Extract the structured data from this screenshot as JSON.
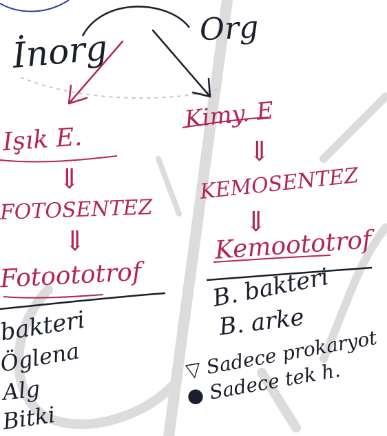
{
  "colors": {
    "black_ink": "#1a1d2b",
    "magenta_ink": "#b3245a",
    "watermark": "#d9d9d9",
    "paper": "#ffffff"
  },
  "top": {
    "left": "İnorg",
    "right": "Org"
  },
  "left_branch": {
    "energy": "Işık E.",
    "arrow": "⇓",
    "process": "FOTOSENTEZ",
    "arrow2": "⇓",
    "result": "Fotoototrof",
    "examples": [
      "bakteri",
      "Öglena",
      "Alg",
      "Bitki"
    ]
  },
  "right_branch": {
    "energy": "Kimy. E",
    "arrow": "⇓",
    "process": "KEMOSENTEZ",
    "arrow2": "⇓",
    "result": "Kemoototrof",
    "examples": [
      "B. bakteri",
      "B. arke",
      "▽ Sadece prokaryot",
      "● Sadece tek h."
    ]
  }
}
